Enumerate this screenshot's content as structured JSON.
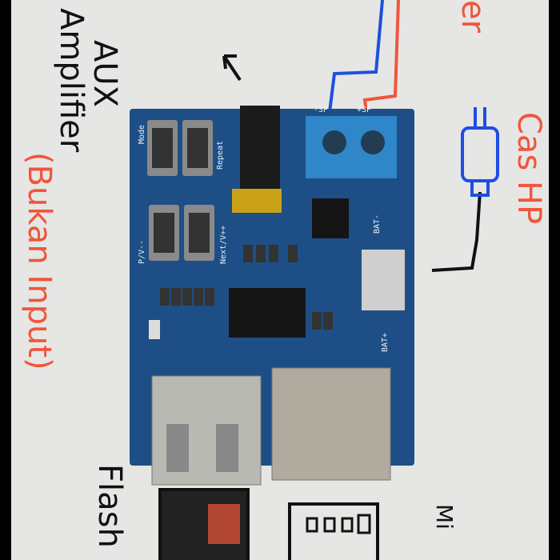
{
  "annotations": {
    "aux": "AUX",
    "amplifier": "Amplifier",
    "bukan_input": "(Bukan Input)",
    "speaker_partial": "er",
    "cas_hp": "Cas HP",
    "flash": "Flash",
    "micro_partial": "Mi"
  },
  "silkscreen": {
    "sp_minus": "-SP",
    "sp_plus": "+SP",
    "bat_minus": "BAT-",
    "bat_plus": "BAT+",
    "next": "Next/V++",
    "repeat": "Repeat",
    "mode": "Mode",
    "prev": "P/V--"
  },
  "colors": {
    "paper": "#e6e6e4",
    "pcb": "#1d4f86",
    "ink_red": "#f0553c",
    "ink_blue": "#1f4fe0",
    "ink_black": "#111111",
    "terminal": "#2f86c8"
  }
}
